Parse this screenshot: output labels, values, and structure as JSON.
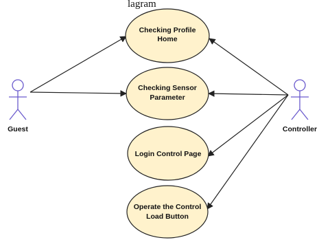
{
  "top_text_fragment": "lagram",
  "colors": {
    "use_case_fill": "#fff2cc",
    "stroke": "#222222",
    "actor_stroke": "#6a5acd"
  },
  "actors": [
    {
      "id": "guest",
      "label": "Guest",
      "icon": "stick-figure-icon"
    },
    {
      "id": "controller",
      "label": "Controller",
      "icon": "stick-figure-icon"
    }
  ],
  "use_cases": [
    {
      "id": "uc1",
      "lines": [
        "Checking Profile",
        "Home"
      ]
    },
    {
      "id": "uc2",
      "lines": [
        "Checking Sensor",
        "Parameter"
      ]
    },
    {
      "id": "uc3",
      "lines": [
        "Login Control Page"
      ]
    },
    {
      "id": "uc4",
      "lines": [
        "Operate the Control",
        "Load Button"
      ]
    }
  ],
  "associations": [
    {
      "from": "guest",
      "to": "uc1"
    },
    {
      "from": "guest",
      "to": "uc2"
    },
    {
      "from": "controller",
      "to": "uc1"
    },
    {
      "from": "controller",
      "to": "uc2"
    },
    {
      "from": "controller",
      "to": "uc3"
    },
    {
      "from": "controller",
      "to": "uc4"
    }
  ]
}
